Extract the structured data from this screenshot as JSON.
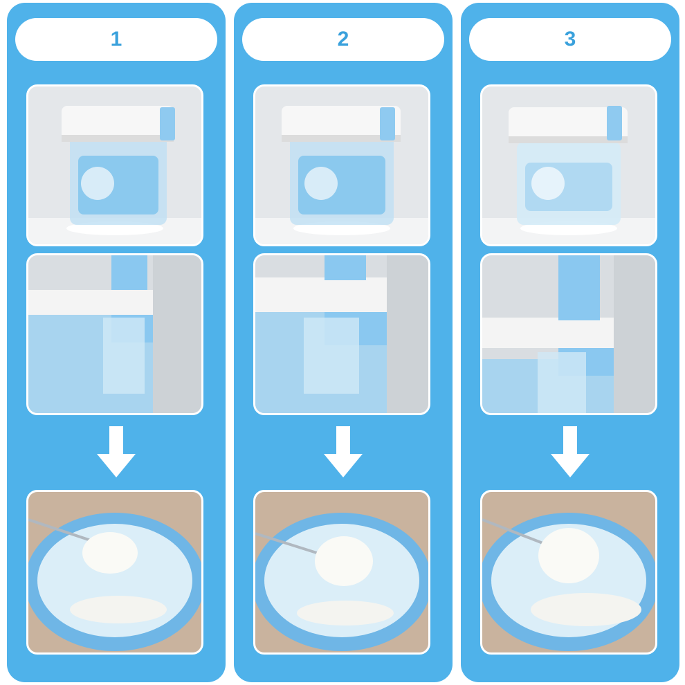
{
  "colors": {
    "panel": "#4fb2ea",
    "pill_text": "#3aa1dc",
    "pill_bg": "#ffffff"
  },
  "steps": [
    {
      "number": "1",
      "images": [
        "product-jar-photo",
        "clip-closeup-photo",
        "yogurt-spoon-photo"
      ],
      "arrow": "down-arrow-icon"
    },
    {
      "number": "2",
      "images": [
        "product-jar-photo",
        "clip-closeup-photo",
        "yogurt-spoon-photo"
      ],
      "arrow": "down-arrow-icon"
    },
    {
      "number": "3",
      "images": [
        "product-jar-photo",
        "clip-closeup-photo",
        "yogurt-spoon-photo"
      ],
      "arrow": "down-arrow-icon"
    }
  ]
}
